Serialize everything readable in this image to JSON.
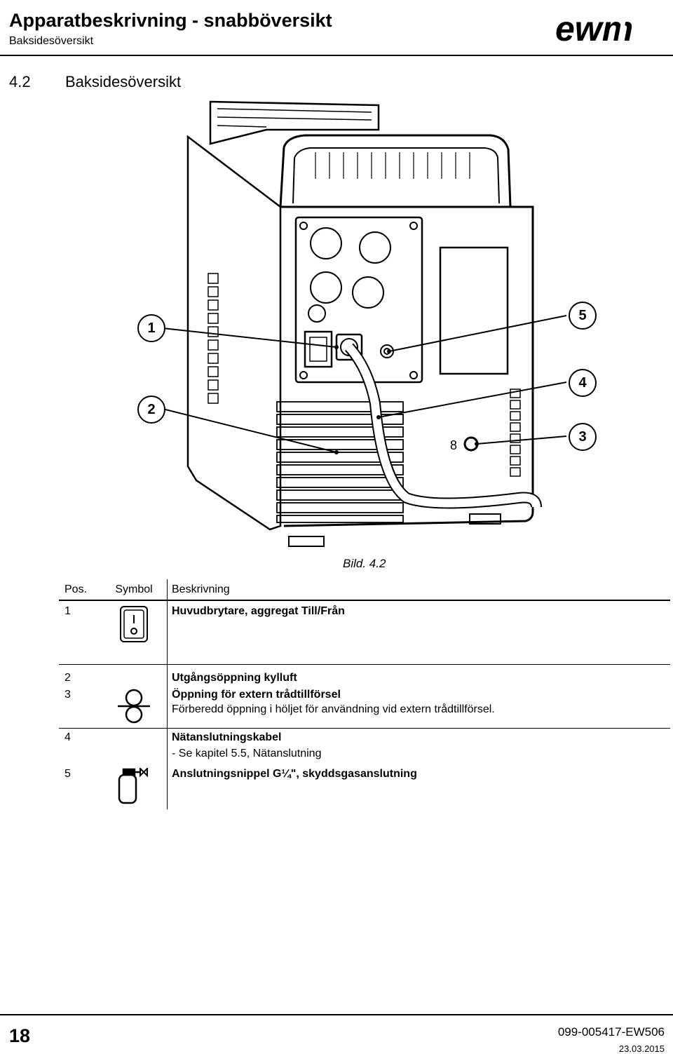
{
  "header": {
    "title": "Apparatbeskrivning - snabböversikt",
    "subtitle": "Baksidesöversikt",
    "logo_text": "ewm"
  },
  "section": {
    "number": "4.2",
    "title": "Baksidesöversikt"
  },
  "figure": {
    "callouts": [
      "1",
      "2",
      "3",
      "4",
      "5"
    ],
    "caption": "Bild. 4.2"
  },
  "legend": {
    "headers": {
      "pos": "Pos.",
      "symbol": "Symbol",
      "description": "Beskrivning"
    },
    "rows": [
      {
        "pos": "1",
        "symbol": "main-switch-icon",
        "title": "Huvudbrytare, aggregat Till/Från",
        "lines": []
      },
      {
        "pos": "2",
        "symbol": "",
        "title": "Utgångsöppning kylluft",
        "lines": []
      },
      {
        "pos": "3",
        "symbol": "wire-feed-icon",
        "title": "Öppning för extern trådtillförsel",
        "lines": [
          "Förberedd öppning i höljet för användning vid extern trådtillförsel."
        ]
      },
      {
        "pos": "4",
        "symbol": "",
        "title": "Nätanslutningskabel",
        "lines": [
          "- Se kapitel 5.5, Nätanslutning"
        ]
      },
      {
        "pos": "5",
        "symbol": "gas-cylinder-icon",
        "title": "Anslutningsnippel G¼\", skyddsgasanslutning",
        "lines": []
      }
    ]
  },
  "footer": {
    "page": "18",
    "doc_id": "099-005417-EW506",
    "date": "23.03.2015"
  }
}
